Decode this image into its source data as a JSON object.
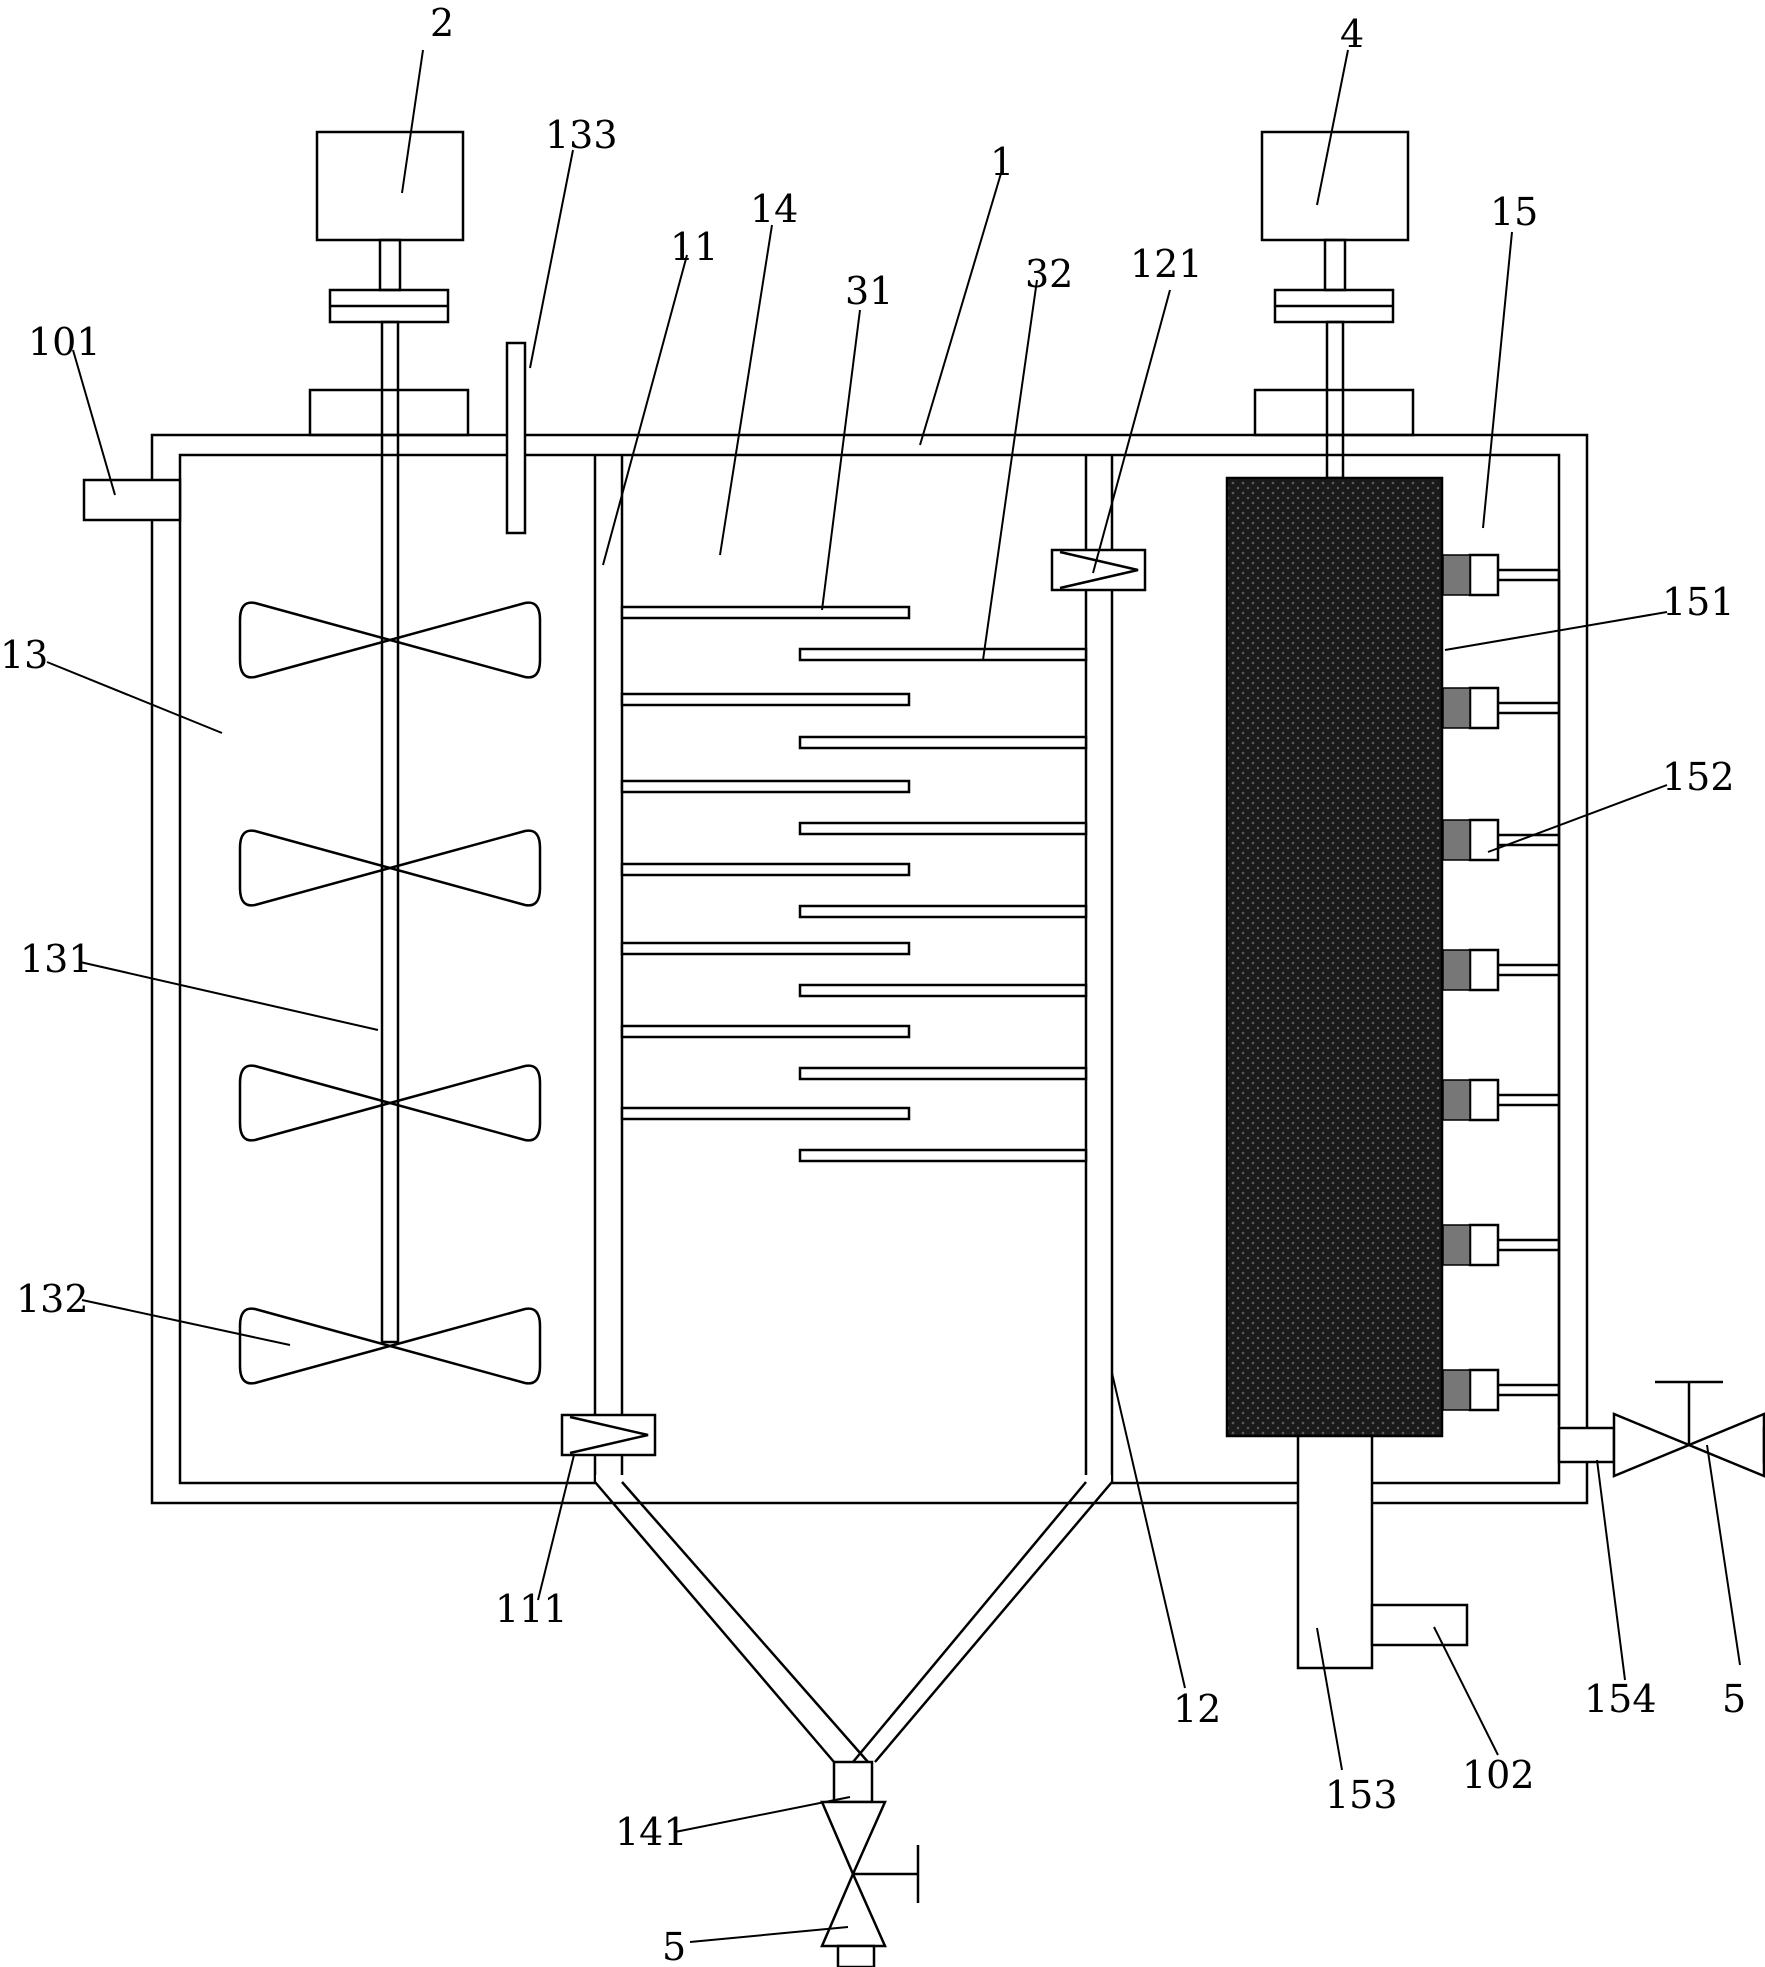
{
  "labels": {
    "l2": "2",
    "l4": "4",
    "l133": "133",
    "l1": "1",
    "l11": "11",
    "l14": "14",
    "l31": "31",
    "l32": "32",
    "l121": "121",
    "l15": "15",
    "l101": "101",
    "l13": "13",
    "l151": "151",
    "l152": "152",
    "l131": "131",
    "l132": "132",
    "l111": "111",
    "l12": "12",
    "l154": "154",
    "l5a": "5",
    "l153": "153",
    "l102": "102",
    "l141": "141",
    "l5b": "5"
  }
}
